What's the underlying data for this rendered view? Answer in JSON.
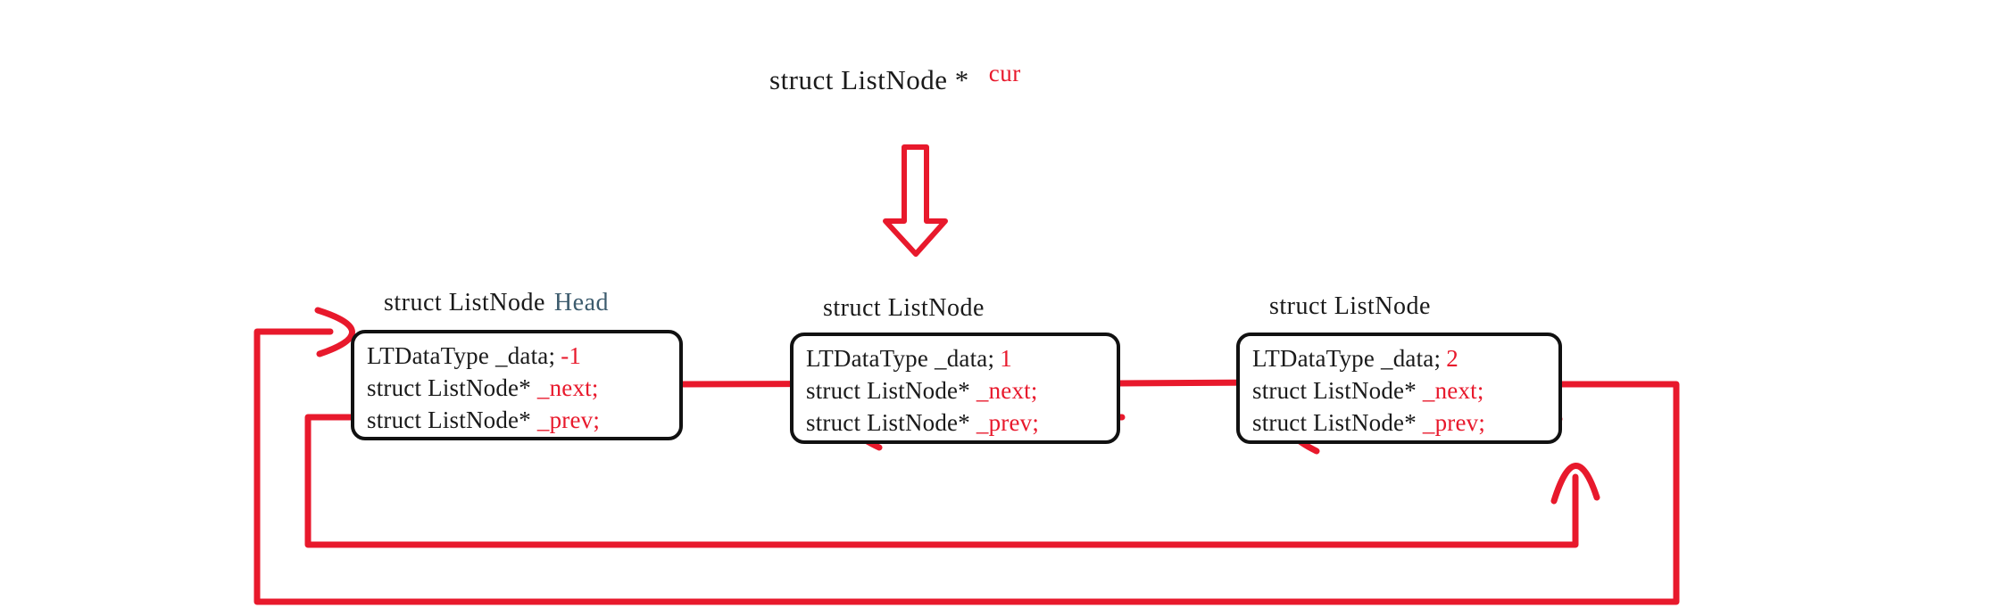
{
  "diagram": {
    "title_text": "struct ListNode *",
    "pointer_label": "cur",
    "colors": {
      "arrow_red": "#e8192c",
      "box_border": "#111111",
      "text_black": "#1a1a1a",
      "head_blue": "#3d5c6e",
      "background": "#ffffff"
    },
    "nodes": [
      {
        "title_prefix": "struct ListNode",
        "title_name": "Head",
        "rows": [
          {
            "label": "LTDataType _data;",
            "value": "-1"
          },
          {
            "label": "struct ListNode*",
            "field": "_next;"
          },
          {
            "label": "struct ListNode*",
            "field": "_prev;"
          }
        ]
      },
      {
        "title_prefix": "struct ListNode",
        "title_name": "",
        "rows": [
          {
            "label": "LTDataType _data;",
            "value": "1"
          },
          {
            "label": "struct ListNode*",
            "field": "_next;"
          },
          {
            "label": "struct ListNode*",
            "field": "_prev;"
          }
        ]
      },
      {
        "title_prefix": "struct ListNode",
        "title_name": "",
        "rows": [
          {
            "label": "LTDataType _data;",
            "value": "2"
          },
          {
            "label": "struct ListNode*",
            "field": "_next;"
          },
          {
            "label": "struct ListNode*",
            "field": "_prev;"
          }
        ]
      }
    ]
  }
}
